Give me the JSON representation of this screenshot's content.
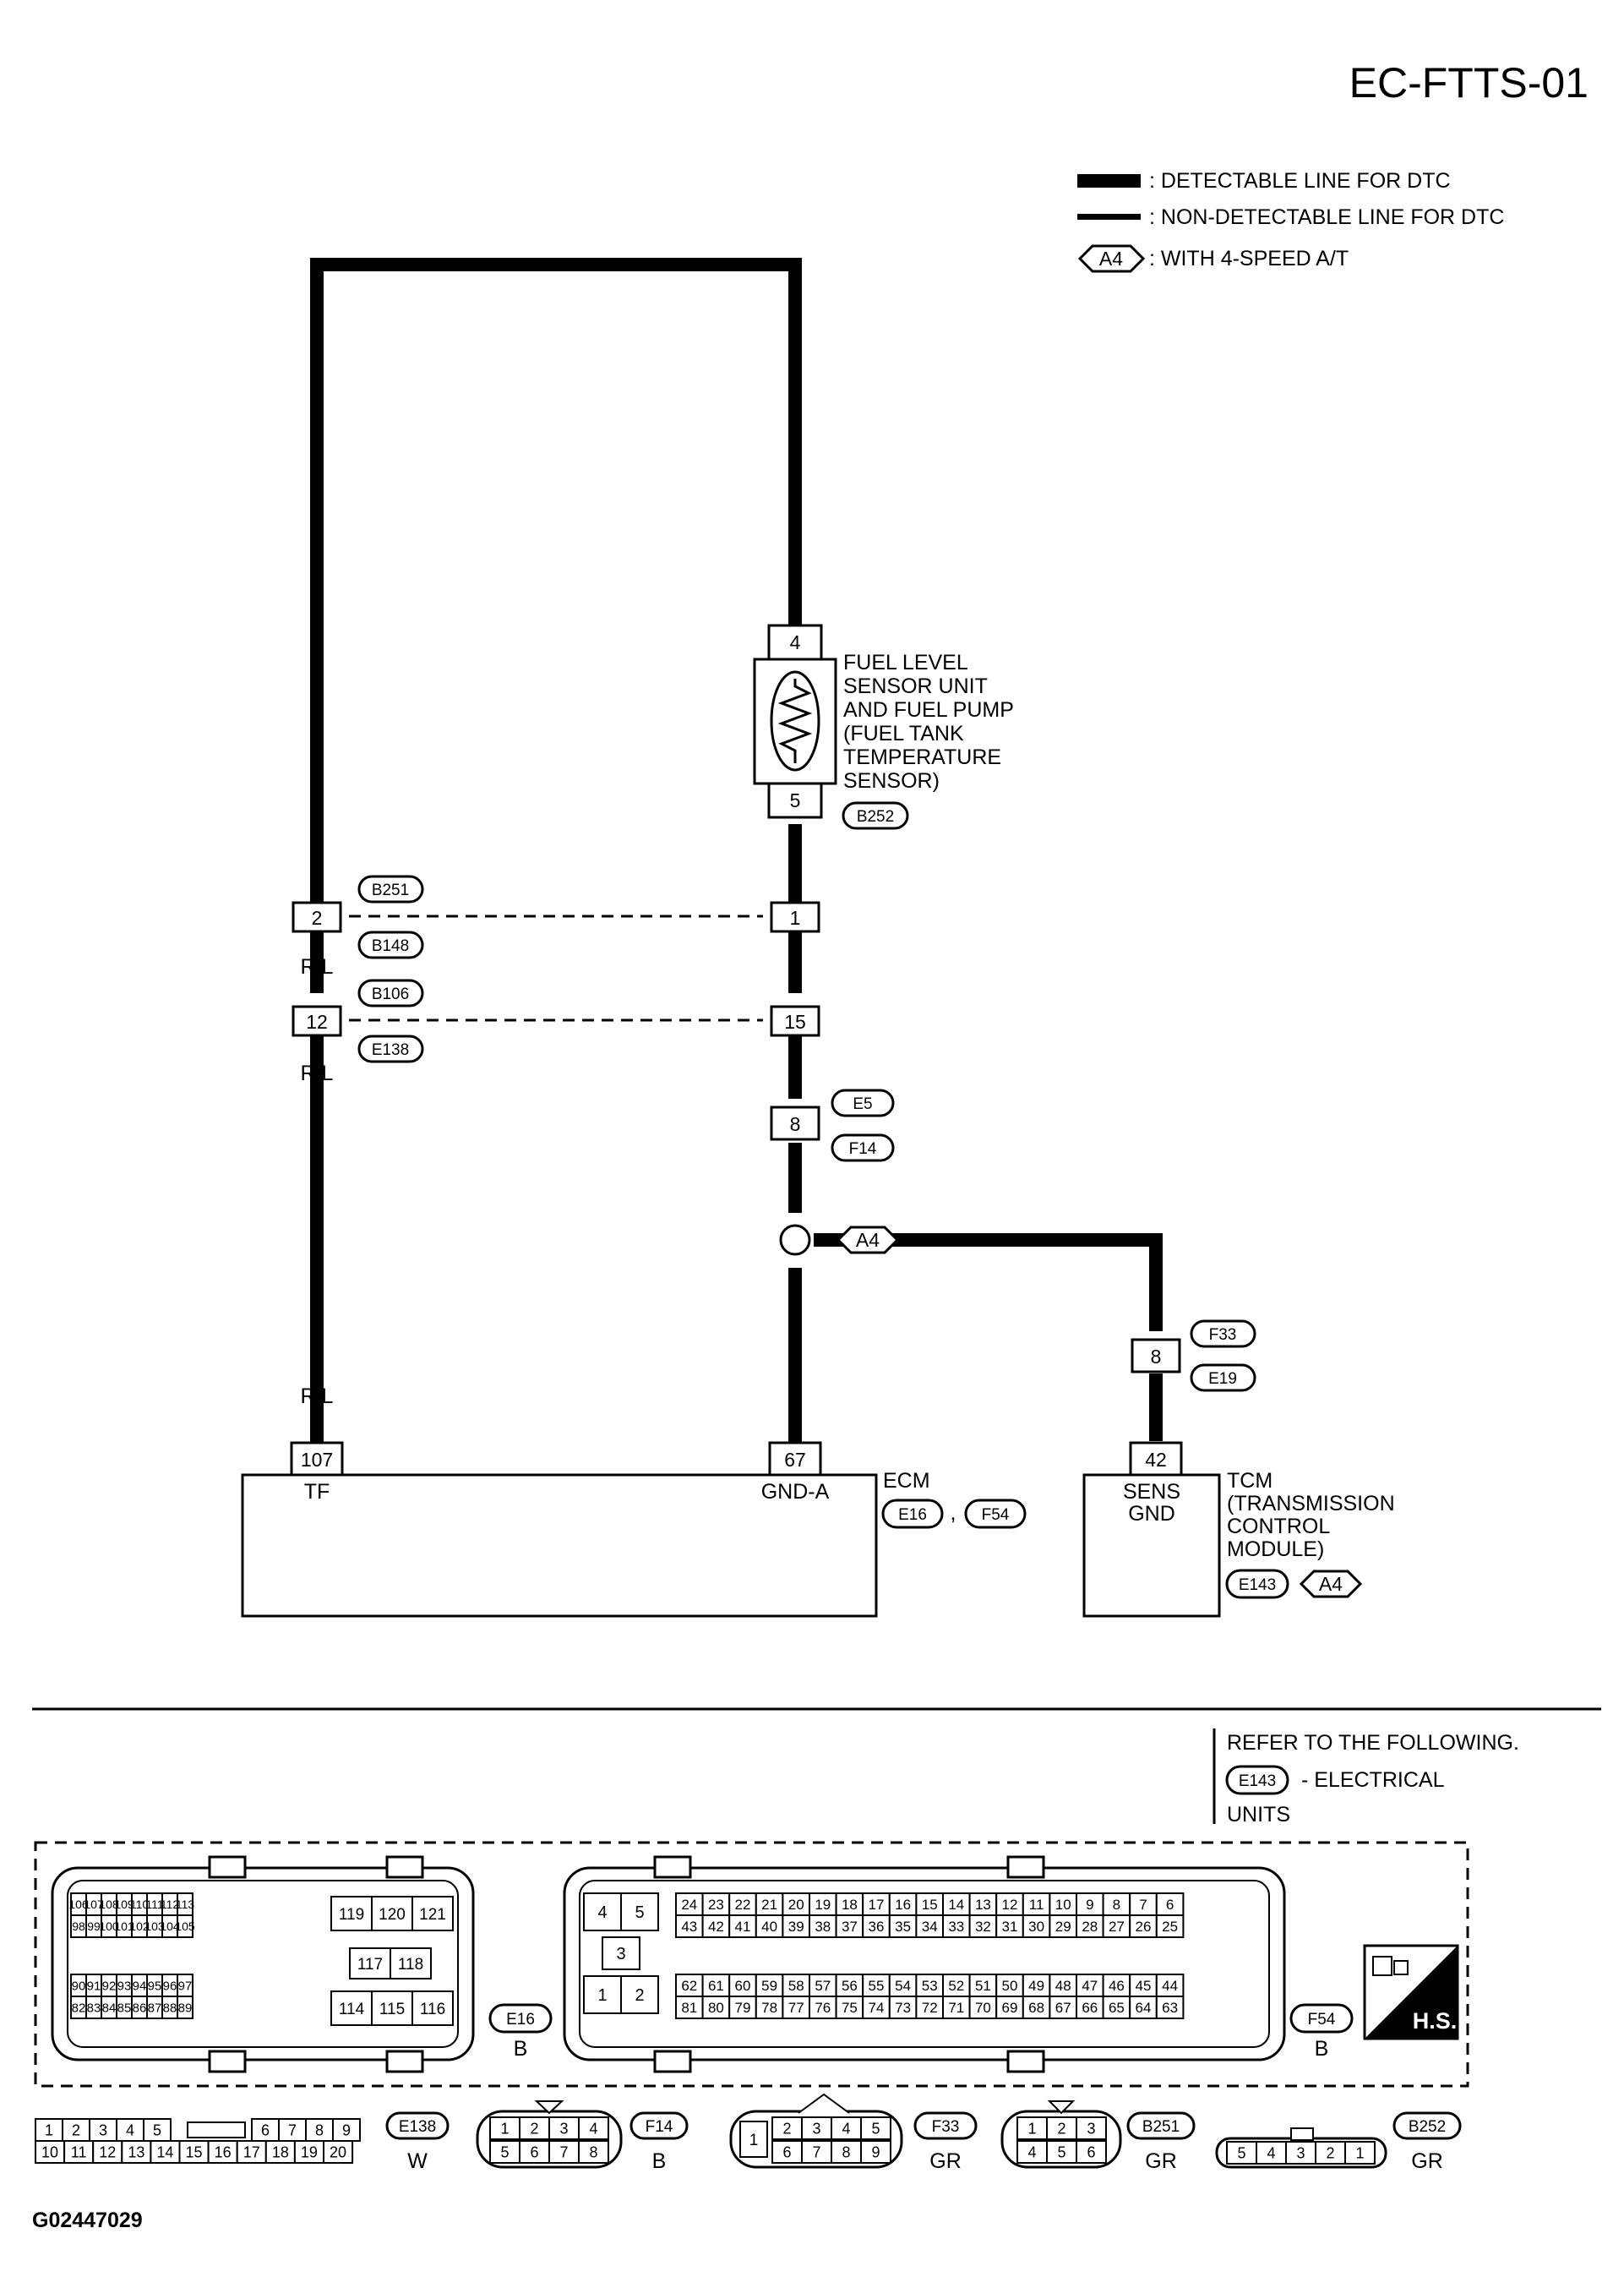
{
  "page": {
    "code": "EC-FTTS-01",
    "figure_id": "G02447029"
  },
  "legend": {
    "detectable": ": DETECTABLE LINE FOR DTC",
    "non_detectable": ": NON-DETECTABLE LINE FOR DTC",
    "a4_tag": "A4",
    "a4_desc": ": WITH 4-SPEED A/T"
  },
  "sensor": {
    "name_lines": [
      "FUEL LEVEL",
      "SENSOR UNIT",
      "AND FUEL PUMP",
      "(FUEL TANK",
      "TEMPERATURE",
      "SENSOR)"
    ],
    "connector": "B252",
    "pin_top": "4",
    "pin_bottom": "5"
  },
  "connectors": {
    "b251_b148": {
      "tag_top": "B251",
      "tag_bottom": "B148",
      "pin_left": "2",
      "pin_right": "1"
    },
    "b106_e138": {
      "tag_top": "B106",
      "tag_bottom": "E138",
      "pin_left": "12",
      "pin_right": "15"
    },
    "e5_f14": {
      "tag_top": "E5",
      "tag_bottom": "F14",
      "pin": "8"
    },
    "f33_e19": {
      "tag_top": "F33",
      "tag_bottom": "E19",
      "pin": "8"
    }
  },
  "wire_colors": {
    "r_l": "R/L",
    "b": "B"
  },
  "splice_tag": "A4",
  "ecm": {
    "name": "ECM",
    "pin_tf": "107",
    "label_tf": "TF",
    "pin_gnd": "67",
    "label_gnd": "GND-A",
    "tag_1": "E16",
    "separator": ",",
    "tag_2": "F54"
  },
  "tcm": {
    "pin": "42",
    "label_line1": "SENS",
    "label_line2": "GND",
    "name_lines": [
      "TCM",
      "(TRANSMISSION",
      "CONTROL",
      "MODULE)"
    ],
    "tag": "E143",
    "tag_a4": "A4"
  },
  "refer": {
    "line1": "REFER TO THE FOLLOWING.",
    "tag": "E143",
    "line2": "- ELECTRICAL",
    "line3": "UNITS"
  },
  "connector_views": {
    "e16": {
      "tag": "E16",
      "color": "B",
      "top_row1": [
        "106",
        "107",
        "108",
        "109",
        "110",
        "111",
        "112",
        "113"
      ],
      "top_row2": [
        "98",
        "99",
        "100",
        "101",
        "102",
        "103",
        "104",
        "105"
      ],
      "bot_row1": [
        "90",
        "91",
        "92",
        "93",
        "94",
        "95",
        "96",
        "97"
      ],
      "bot_row2": [
        "82",
        "83",
        "84",
        "85",
        "86",
        "87",
        "88",
        "89"
      ],
      "mid_row1": [
        "119",
        "120",
        "121"
      ],
      "mid_row2": [
        "117",
        "118"
      ],
      "mid_row3": [
        "114",
        "115",
        "116"
      ]
    },
    "f54": {
      "tag": "F54",
      "color": "B",
      "left_row1": [
        "4",
        "5"
      ],
      "left_row2": [
        "3"
      ],
      "left_row3": [
        "1",
        "2"
      ],
      "row1": [
        "24",
        "23",
        "22",
        "21",
        "20",
        "19",
        "18",
        "17",
        "16",
        "15",
        "14",
        "13",
        "12",
        "11",
        "10",
        "9",
        "8",
        "7",
        "6"
      ],
      "row2": [
        "43",
        "42",
        "41",
        "40",
        "39",
        "38",
        "37",
        "36",
        "35",
        "34",
        "33",
        "32",
        "31",
        "30",
        "29",
        "28",
        "27",
        "26",
        "25"
      ],
      "row3": [
        "62",
        "61",
        "60",
        "59",
        "58",
        "57",
        "56",
        "55",
        "54",
        "53",
        "52",
        "51",
        "50",
        "49",
        "48",
        "47",
        "46",
        "45",
        "44"
      ],
      "row4": [
        "81",
        "80",
        "79",
        "78",
        "77",
        "76",
        "75",
        "74",
        "73",
        "72",
        "71",
        "70",
        "69",
        "68",
        "67",
        "66",
        "65",
        "64",
        "63"
      ]
    },
    "e138": {
      "tag": "E138",
      "color": "W",
      "row1a": [
        "1",
        "2",
        "3",
        "4",
        "5"
      ],
      "row1b": [
        "6",
        "7",
        "8",
        "9"
      ],
      "row2": [
        "10",
        "11",
        "12",
        "13",
        "14",
        "15",
        "16",
        "17",
        "18",
        "19",
        "20"
      ]
    },
    "f14": {
      "tag": "F14",
      "color": "B",
      "row1": [
        "1",
        "2",
        "3",
        "4"
      ],
      "row2": [
        "5",
        "6",
        "7",
        "8"
      ]
    },
    "f33": {
      "tag": "F33",
      "color": "GR",
      "single": "1",
      "row1": [
        "2",
        "3",
        "4",
        "5"
      ],
      "row2": [
        "6",
        "7",
        "8",
        "9"
      ]
    },
    "b251": {
      "tag": "B251",
      "color": "GR",
      "row1": [
        "1",
        "2",
        "3"
      ],
      "row2": [
        "4",
        "5",
        "6"
      ]
    },
    "b252": {
      "tag": "B252",
      "color": "GR",
      "row": [
        "5",
        "4",
        "3",
        "2",
        "1"
      ]
    }
  },
  "hs_badge": "H.S."
}
